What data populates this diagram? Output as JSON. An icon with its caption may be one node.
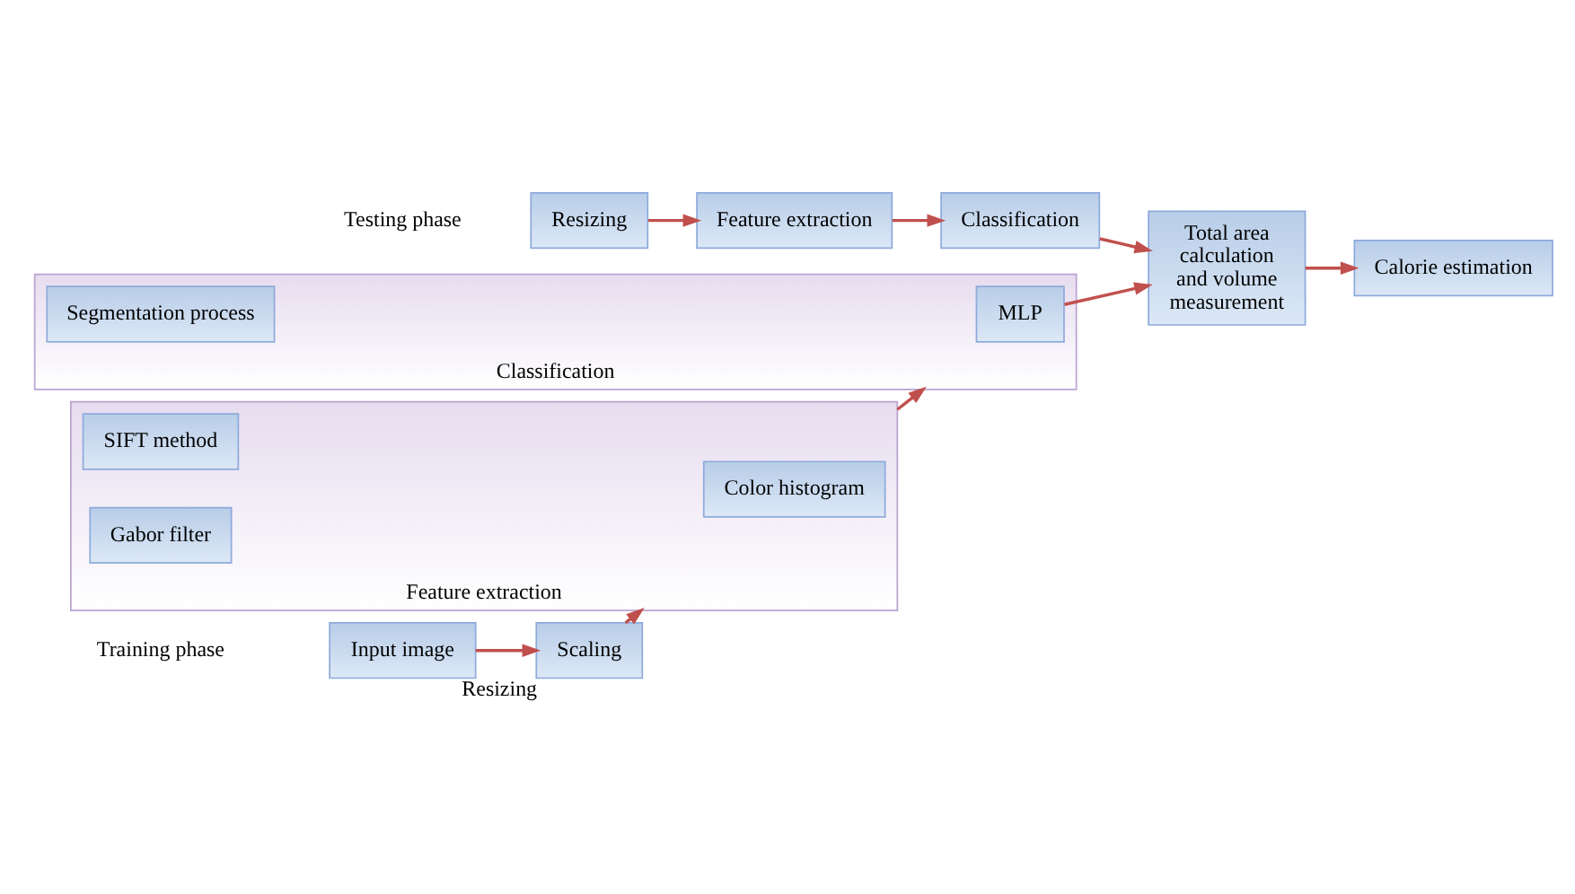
{
  "diagram": {
    "nodes": [
      {
        "text": [
          "Input image"
        ]
      },
      {
        "text": [
          "Scaling"
        ],
        "beside": [
          "Resizing"
        ]
      },
      {
        "text": [
          "Feature extraction"
        ]
      },
      {
        "text": [
          "SIFT method"
        ],
        "in": 2
      },
      {
        "text": [
          "Gabor filter"
        ],
        "in": 2
      },
      {
        "text": [
          "Color histogram"
        ],
        "in": 2
      },
      {
        "text": [
          "Classification"
        ]
      },
      {
        "text": [
          "Segmentation process"
        ],
        "in": 6
      },
      {
        "text": [
          "MLP"
        ],
        "in": 6
      },
      {
        "text": [
          "Resizing"
        ]
      },
      {
        "text": [
          "Feature extraction"
        ]
      },
      {
        "text": [
          "Classification"
        ]
      },
      {
        "text": [
          "Total area calculation and volume measurement"
        ]
      },
      {
        "text": [
          "Calorie estimation"
        ]
      }
    ],
    "edges": [
      {
        "from": 0,
        "to": 1,
        "arrow": "to"
      },
      {
        "from": 1,
        "to": 2,
        "arrow": "to"
      },
      {
        "from": 2,
        "to": 6,
        "arrow": "to"
      },
      {
        "from": 8,
        "to": 12,
        "arrow": "to"
      },
      {
        "from": 9,
        "to": 10,
        "arrow": "to"
      },
      {
        "from": 10,
        "to": 11,
        "arrow": "to"
      },
      {
        "from": 11,
        "to": 12,
        "arrow": "to"
      },
      {
        "from": 12,
        "to": 13,
        "arrow": "to"
      }
    ],
    "labels": [
      "Training phase",
      "Testing phase"
    ]
  }
}
